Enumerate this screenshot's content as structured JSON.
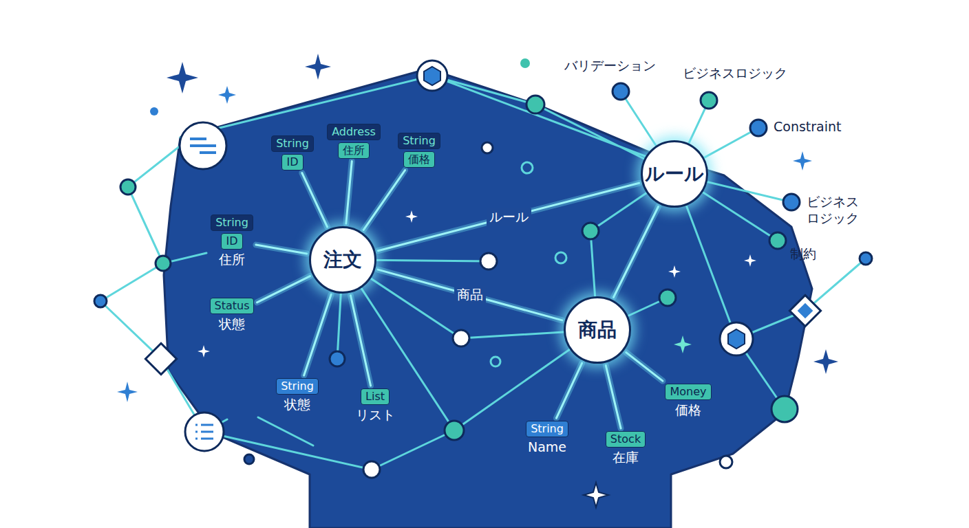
{
  "diagram": {
    "nodes": [
      {
        "text": [
          "String",
          "ID"
        ]
      },
      {
        "text": [
          "Address",
          "住所"
        ]
      },
      {
        "text": [
          "String",
          "価格"
        ]
      },
      {
        "text": [
          "ルール"
        ]
      },
      {
        "text": [
          "String",
          "ID",
          "住所"
        ]
      },
      {
        "text": [
          "注文"
        ]
      },
      {
        "text": [
          "Status",
          "状態"
        ]
      },
      {
        "text": [
          "商品"
        ]
      },
      {
        "text": [
          "String",
          "状態"
        ]
      },
      {
        "text": [
          "List",
          "リスト"
        ]
      },
      {
        "text": [
          "Money",
          "価格"
        ]
      },
      {
        "text": [
          "String",
          "Name"
        ]
      },
      {
        "text": [
          "Stock",
          "在庫"
        ]
      }
    ],
    "edges": [
      {
        "from": 5,
        "to": 0,
        "arrow": "none"
      },
      {
        "from": 5,
        "to": 1,
        "arrow": "none"
      },
      {
        "from": 5,
        "to": 2,
        "arrow": "none"
      },
      {
        "from": 5,
        "to": 4,
        "arrow": "none"
      },
      {
        "from": 5,
        "to": 6,
        "arrow": "none"
      },
      {
        "from": 5,
        "to": 8,
        "arrow": "none"
      },
      {
        "from": 5,
        "to": 9,
        "arrow": "none"
      },
      {
        "from": 5,
        "to": 3,
        "label": "ルール",
        "arrow": "none"
      },
      {
        "from": 5,
        "to": 7,
        "label": "商品",
        "arrow": "none"
      },
      {
        "from": 3,
        "to": 7,
        "arrow": "none"
      },
      {
        "from": 7,
        "to": 10,
        "arrow": "none"
      },
      {
        "from": 7,
        "to": 11,
        "arrow": "none"
      },
      {
        "from": 7,
        "to": 12,
        "arrow": "none"
      }
    ],
    "labels": [
      "バリデーション",
      "ビジネスロジック",
      "Constraint",
      "ビジネス ロジック",
      "制約"
    ]
  }
}
